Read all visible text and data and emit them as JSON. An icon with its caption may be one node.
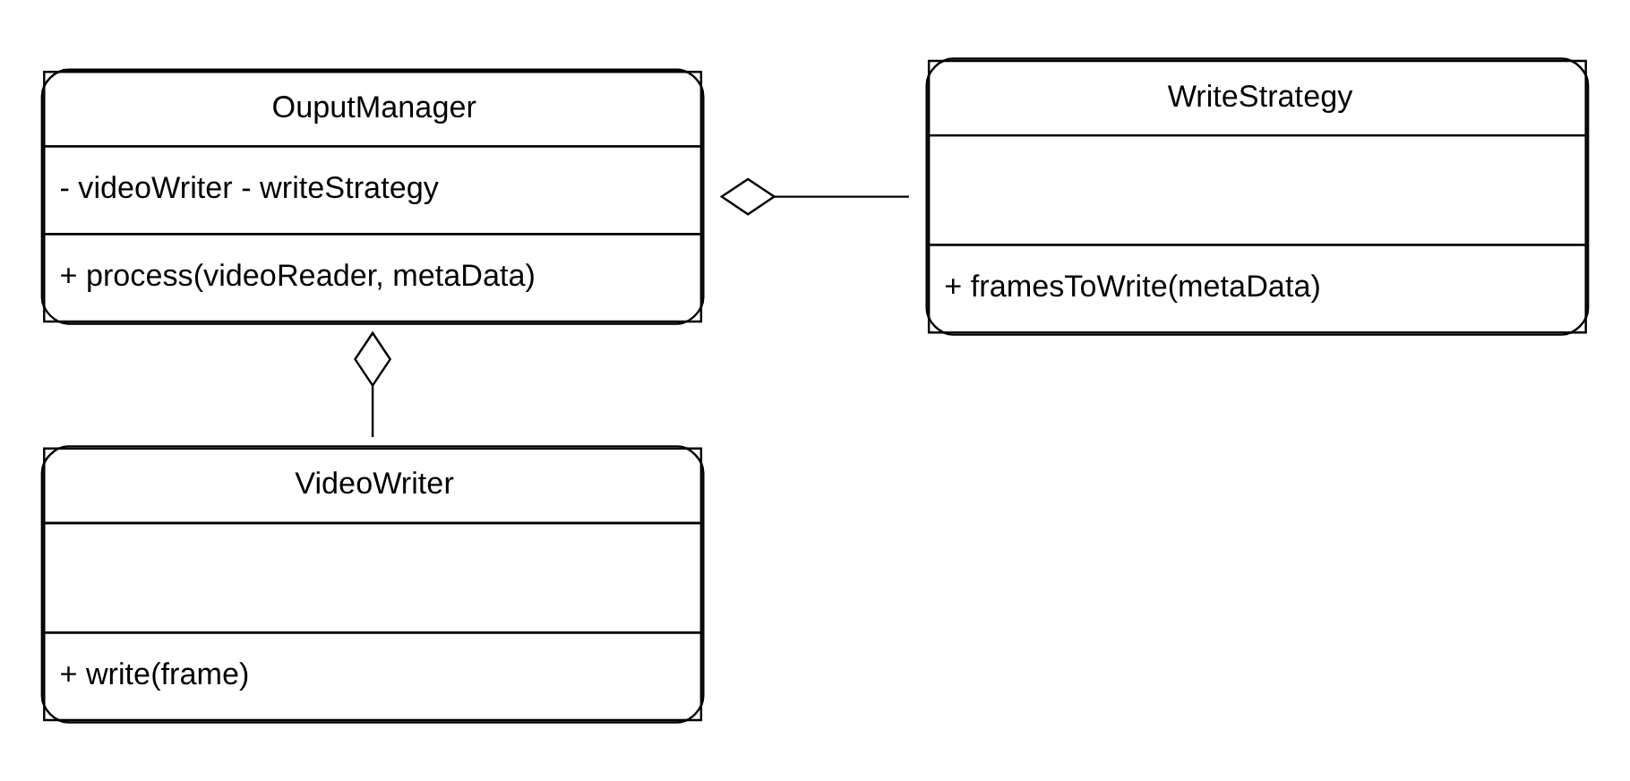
{
  "diagram": {
    "nodes": [
      {
        "text": [
          "OuputManager",
          "- videoWriter - writeStrategy",
          "+ process(videoReader, metaData)"
        ]
      },
      {
        "text": [
          "WriteStrategy",
          "+ framesToWrite(metaData)"
        ]
      },
      {
        "text": [
          "VideoWriter",
          "+ write(frame)"
        ]
      }
    ],
    "edges": [
      {
        "from": 0,
        "to": 1,
        "arrow": "other"
      },
      {
        "from": 0,
        "to": 2,
        "arrow": "other"
      }
    ]
  }
}
